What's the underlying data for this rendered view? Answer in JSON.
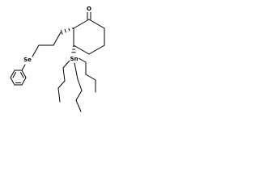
{
  "structure": {
    "atoms": {
      "carbonyl_oxygen": "O",
      "selenium": "Se",
      "tin": "Sn"
    },
    "stereo_bonds": {
      "ring_to_propyl": "hashed-wedge",
      "ring_to_tin": "hashed-wedge"
    },
    "colors": {
      "bonds": "#000000",
      "labels": "#000000",
      "background": "#ffffff"
    }
  }
}
